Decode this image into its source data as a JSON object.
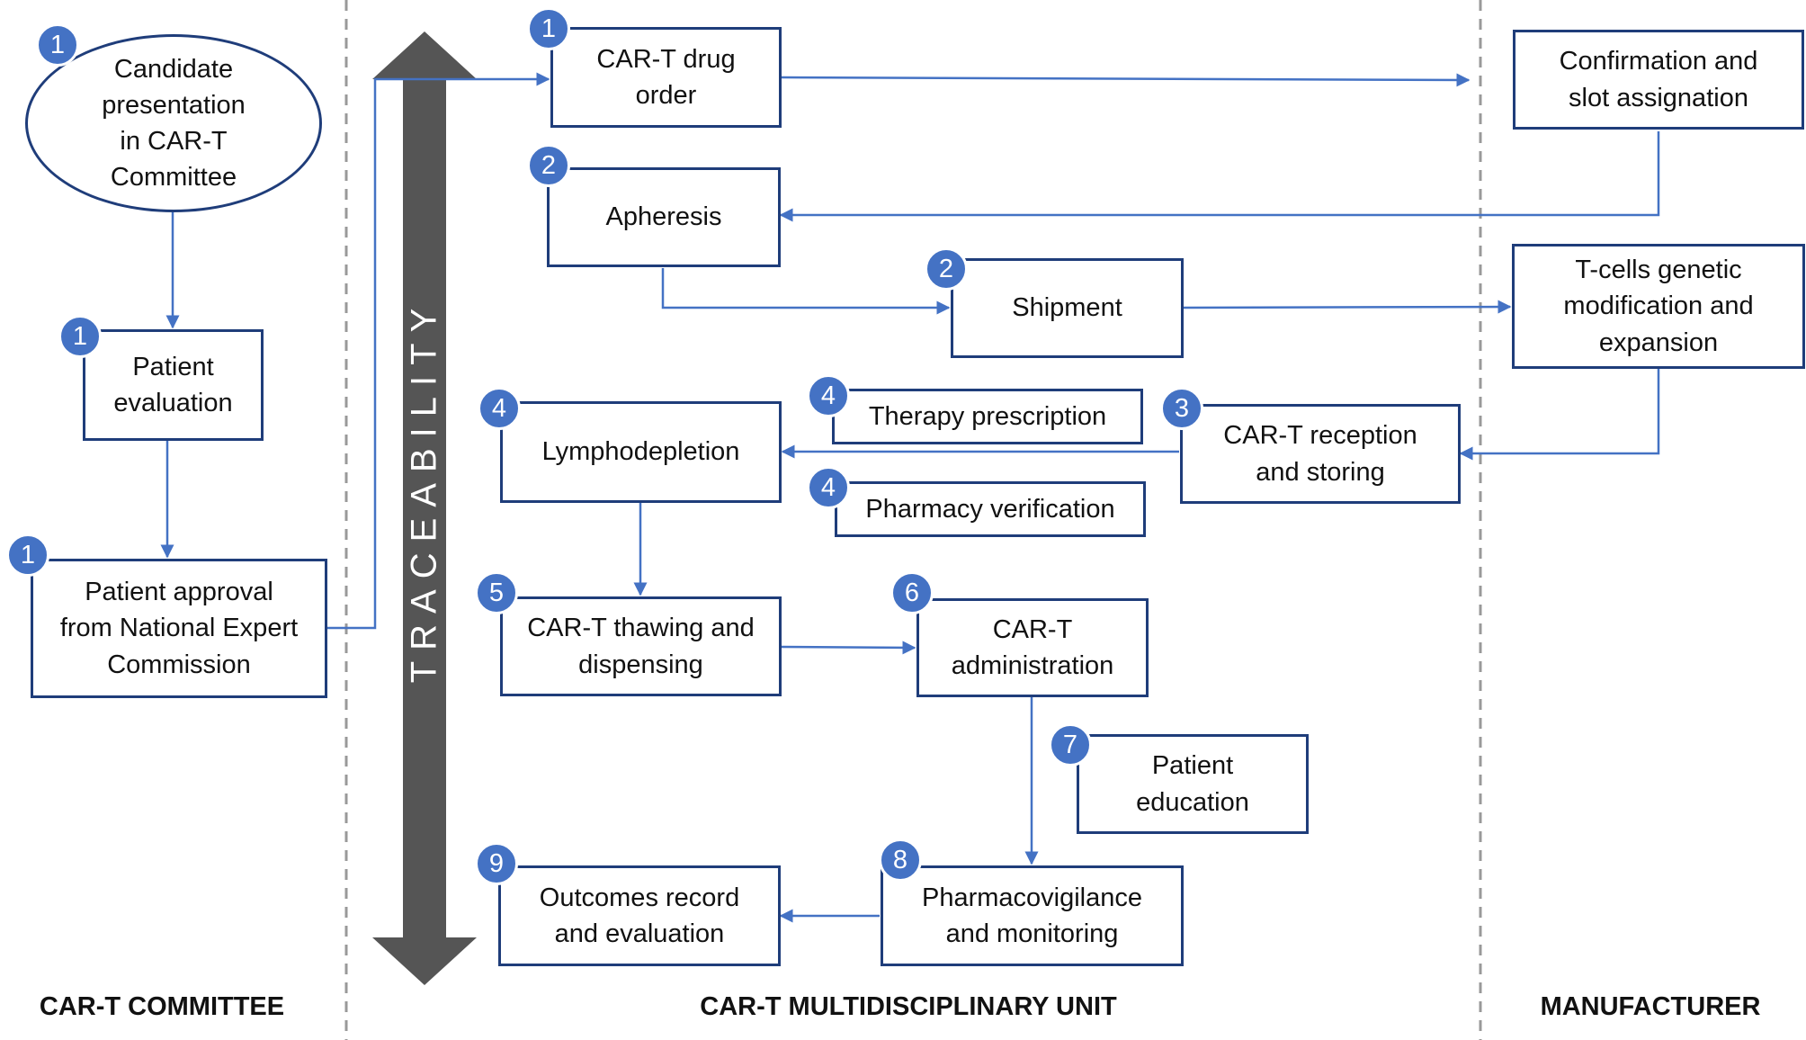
{
  "colors": {
    "box_border": "#1f3d7a",
    "connector": "#4472c4",
    "badge_fill": "#4472c4",
    "traceability_arrow": "#555555",
    "lane_divider": "#999999"
  },
  "traceability": "TRACEABILITY",
  "lanes": {
    "committee": "CAR-T COMMITTEE",
    "unit": "CAR-T MULTIDISCIPLINARY UNIT",
    "manufacturer": "MANUFACTURER"
  },
  "steps": {
    "candidate": {
      "badge": "1",
      "lines": [
        "Candidate",
        "presentation",
        "in CAR-T",
        "Committee"
      ]
    },
    "evaluation": {
      "badge": "1",
      "lines": [
        "Patient",
        "evaluation"
      ]
    },
    "approval": {
      "badge": "1",
      "lines": [
        "Patient approval",
        "from National Expert",
        "Commission"
      ]
    },
    "order": {
      "badge": "1",
      "lines": [
        "CAR-T drug",
        "order"
      ]
    },
    "confirmation": {
      "lines": [
        "Confirmation and",
        "slot assignation"
      ]
    },
    "apheresis": {
      "badge": "2",
      "lines": [
        "Apheresis"
      ]
    },
    "shipment": {
      "badge": "2",
      "lines": [
        "Shipment"
      ]
    },
    "modification": {
      "lines": [
        "T-cells genetic",
        "modification and",
        "expansion"
      ]
    },
    "reception": {
      "badge": "3",
      "lines": [
        "CAR-T reception",
        "and storing"
      ]
    },
    "prescription": {
      "badge": "4",
      "lines": [
        "Therapy prescription"
      ]
    },
    "verification": {
      "badge": "4",
      "lines": [
        "Pharmacy verification"
      ]
    },
    "lymphodepletion": {
      "badge": "4",
      "lines": [
        "Lymphodepletion"
      ]
    },
    "thawing": {
      "badge": "5",
      "lines": [
        "CAR-T thawing and",
        "dispensing"
      ]
    },
    "administration": {
      "badge": "6",
      "lines": [
        "CAR-T",
        "administration"
      ]
    },
    "education": {
      "badge": "7",
      "lines": [
        "Patient",
        "education"
      ]
    },
    "pharmacovigilance": {
      "badge": "8",
      "lines": [
        "Pharmacovigilance",
        "and monitoring"
      ]
    },
    "outcomes": {
      "badge": "9",
      "lines": [
        "Outcomes record",
        "and evaluation"
      ]
    }
  }
}
